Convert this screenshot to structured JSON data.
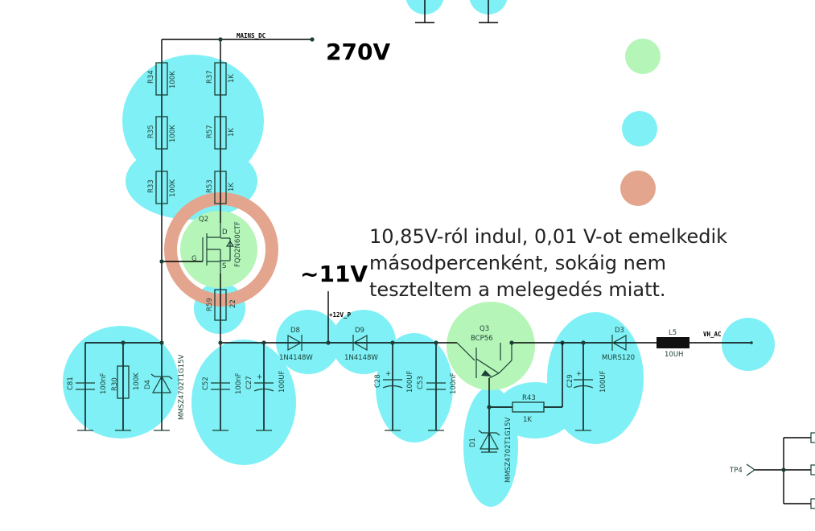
{
  "legend": {
    "colors": [
      "#b6f5b8",
      "#7ff0f5",
      "#e3a58e"
    ]
  },
  "annotations": {
    "voltage_top": "270V",
    "voltage_mid": "~11V",
    "note_lines": [
      "10,85V-ról indul, 0,01 V-ot emelkedik",
      "másodpercenként, sokáig nem",
      "teszteltem a melegedés miatt."
    ]
  },
  "nets": {
    "mains": "MAINS_DC",
    "plus12": "+12V_P",
    "vhac": "VH_AC",
    "tp": "TP4"
  },
  "components": {
    "R34": {
      "ref": "R34",
      "value": "100K"
    },
    "R35": {
      "ref": "R35",
      "value": "100K"
    },
    "R33": {
      "ref": "R33",
      "value": "100K"
    },
    "R37": {
      "ref": "R37",
      "value": "1K"
    },
    "R57": {
      "ref": "R57",
      "value": "1K"
    },
    "R53": {
      "ref": "R53",
      "value": "1K"
    },
    "Q2": {
      "ref": "Q2",
      "value": "FQD2N60CTF",
      "pin_d": "D",
      "pin_g": "G",
      "pin_s": "S"
    },
    "R59": {
      "ref": "R59",
      "value": "22"
    },
    "C81": {
      "ref": "C81",
      "value": "100nF"
    },
    "R30": {
      "ref": "R30",
      "value": "100K"
    },
    "D4": {
      "ref": "D4",
      "value": "MMSZ4702T1G15V"
    },
    "C52": {
      "ref": "C52",
      "value": "100nF"
    },
    "C27": {
      "ref": "C27",
      "value": "100UF"
    },
    "D8": {
      "ref": "D8",
      "value": "1N4148W"
    },
    "D9": {
      "ref": "D9",
      "value": "1N4148W"
    },
    "C28": {
      "ref": "C28",
      "value": "100UF"
    },
    "C53": {
      "ref": "C53",
      "value": "100nF"
    },
    "Q3": {
      "ref": "Q3",
      "value": "BCP56"
    },
    "R43": {
      "ref": "R43",
      "value": "1K"
    },
    "D1": {
      "ref": "D1",
      "value": "MMSZ4702T1G15V"
    },
    "C29": {
      "ref": "C29",
      "value": "100UF"
    },
    "D3": {
      "ref": "D3",
      "value": "MURS120"
    },
    "L5": {
      "ref": "L5",
      "value": "10UH"
    }
  }
}
